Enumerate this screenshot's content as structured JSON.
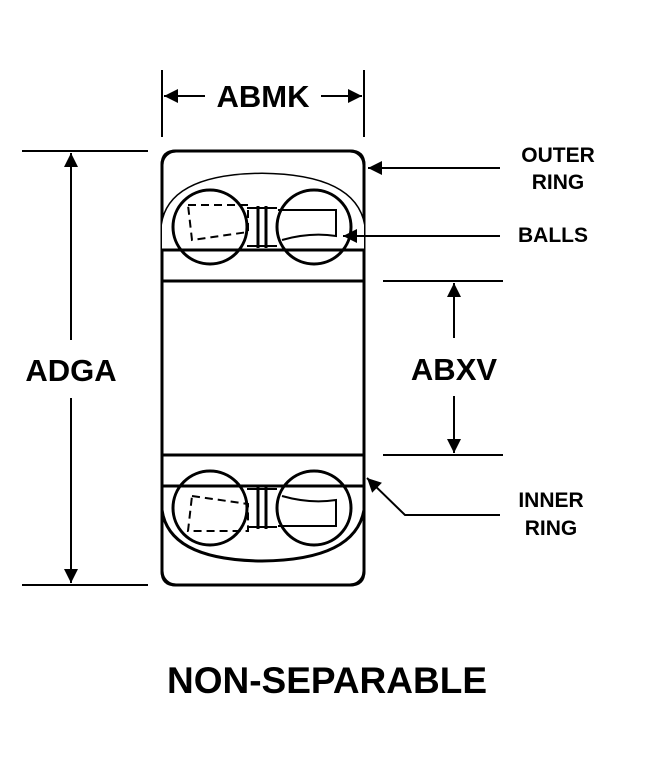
{
  "dimensions": {
    "width_label": "ABMK",
    "outer_diameter_label": "ADGA",
    "bore_label": "ABXV"
  },
  "callouts": {
    "outer_ring_line1": "OUTER",
    "outer_ring_line2": "RING",
    "balls": "BALLS",
    "inner_ring_line1": "INNER",
    "inner_ring_line2": "RING"
  },
  "caption": "NON-SEPARABLE"
}
